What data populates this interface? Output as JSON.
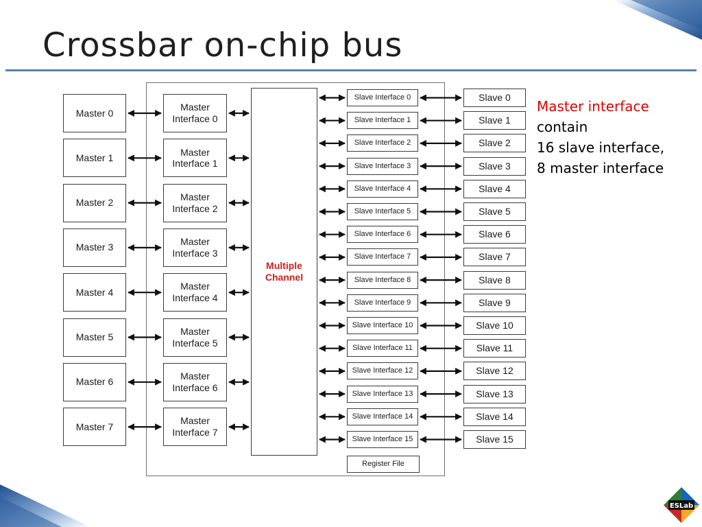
{
  "title": "Crossbar on-chip bus",
  "diagram": {
    "masters": [
      "Master 0",
      "Master 1",
      "Master 2",
      "Master 3",
      "Master 4",
      "Master 5",
      "Master 6",
      "Master 7"
    ],
    "master_interfaces": [
      [
        "Master",
        "Interface 0"
      ],
      [
        "Master",
        "Interface 1"
      ],
      [
        "Master",
        "Interface 2"
      ],
      [
        "Master",
        "Interface 3"
      ],
      [
        "Master",
        "Interface 4"
      ],
      [
        "Master",
        "Interface 5"
      ],
      [
        "Master",
        "Interface 6"
      ],
      [
        "Master",
        "Interface 7"
      ]
    ],
    "channel": [
      "Multiple",
      "Channel"
    ],
    "slave_interfaces": [
      "Slave Interface 0",
      "Slave Interface 1",
      "Slave Interface 2",
      "Slave Interface 3",
      "Slave Interface 4",
      "Slave Interface 5",
      "Slave Interface 6",
      "Slave Interface 7",
      "Slave Interface 8",
      "Slave Interface 9",
      "Slave Interface 10",
      "Slave Interface 11",
      "Slave Interface 12",
      "Slave Interface 13",
      "Slave Interface 14",
      "Slave Interface 15"
    ],
    "slaves": [
      "Slave 0",
      "Slave 1",
      "Slave 2",
      "Slave 3",
      "Slave 4",
      "Slave 5",
      "Slave 6",
      "Slave 7",
      "Slave 8",
      "Slave 9",
      "Slave 10",
      "Slave 11",
      "Slave 12",
      "Slave 13",
      "Slave 14",
      "Slave 15"
    ],
    "register_file": "Register File"
  },
  "note": {
    "line1": "Master interface",
    "line2": "contain",
    "line3": "16 slave interface,",
    "line4": "8 master interface"
  },
  "logo": {
    "text": "ESLab"
  },
  "colors": {
    "accent_blue": "#1f4f8f",
    "rule": "#5a7fad",
    "channel_text": "#cc1f1f",
    "note_red": "#e00000"
  }
}
